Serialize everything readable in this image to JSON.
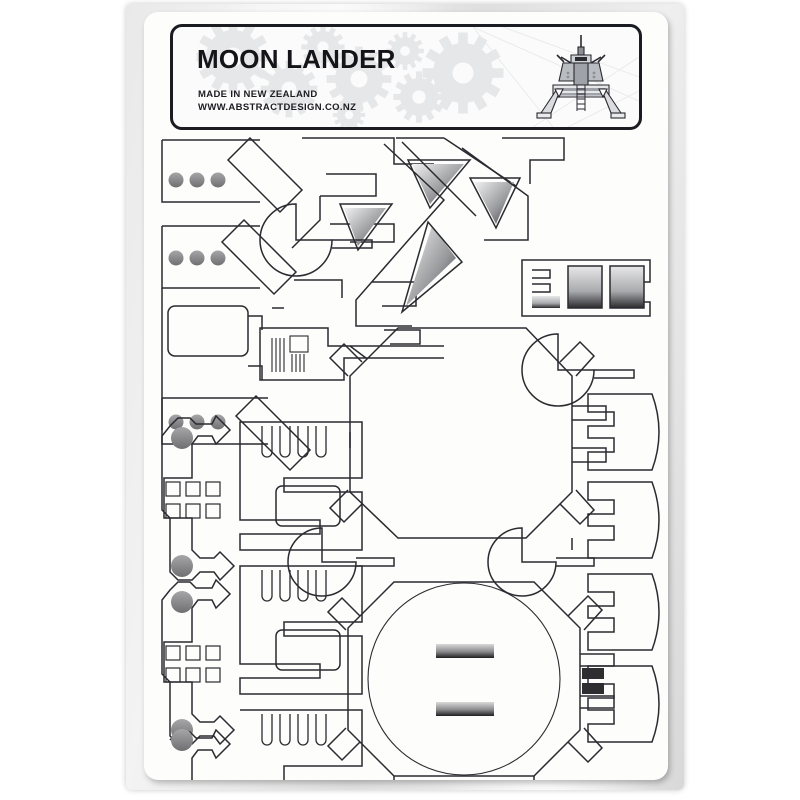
{
  "product": {
    "title": "MOON LANDER",
    "origin_line": "MADE IN NEW ZEALAND",
    "website_line": "WWW.ABSTRACTDESIGN.CO.NZ",
    "logo_name": "lunar-module-logo",
    "package_type": "laser-cut model kit sheet in clear film bag"
  },
  "label": {
    "border_color": "#1b1b22",
    "background_color": "#fbfbfb",
    "watermark": "gear-pattern",
    "watermark_color": "#c8cace"
  },
  "sheet": {
    "material_color": "#fdfdfc",
    "cut_line_color": "#2a2a30",
    "punched_hole_color": "#8d8d8f",
    "slot_fill_color": "#3a3a3c",
    "parts": [
      {
        "name": "upper-bracket-strip-1",
        "note": "strip with three punched dots"
      },
      {
        "name": "upper-bracket-strip-2",
        "note": "strip with three punched dots"
      },
      {
        "name": "lower-bracket-strip-3",
        "note": "strip with three punched dots"
      },
      {
        "name": "rounded-rect-window-panel"
      },
      {
        "name": "comb-detail-antenna-part"
      },
      {
        "name": "x-strut-brace-upper"
      },
      {
        "name": "notched-disc-upper-left"
      },
      {
        "name": "notched-disc-mid-right"
      },
      {
        "name": "notched-disc-lower-left"
      },
      {
        "name": "notched-disc-lower-right"
      },
      {
        "name": "triangular-leg-strut-a"
      },
      {
        "name": "triangular-leg-strut-b"
      },
      {
        "name": "triangular-leg-strut-c"
      },
      {
        "name": "window-bay-strip",
        "note": "three rectangular windows"
      },
      {
        "name": "central-octagon-body"
      },
      {
        "name": "descent-stage-octagon-with-circle"
      },
      {
        "name": "landing-pad-leg-assembly-1"
      },
      {
        "name": "landing-pad-leg-assembly-2"
      },
      {
        "name": "landing-pad-leg-assembly-3"
      },
      {
        "name": "ladder-rail-comb-1"
      },
      {
        "name": "ladder-rail-comb-2"
      },
      {
        "name": "ladder-rail-comb-3"
      },
      {
        "name": "curved-hull-panel-1"
      },
      {
        "name": "curved-hull-panel-2"
      },
      {
        "name": "curved-hull-panel-3"
      },
      {
        "name": "curved-hull-panel-4"
      }
    ],
    "punched_dot_rows": 3,
    "dots_per_row": 3,
    "grid_blocks": 2,
    "grid_squares_each": 6,
    "engine_slots": 2
  }
}
